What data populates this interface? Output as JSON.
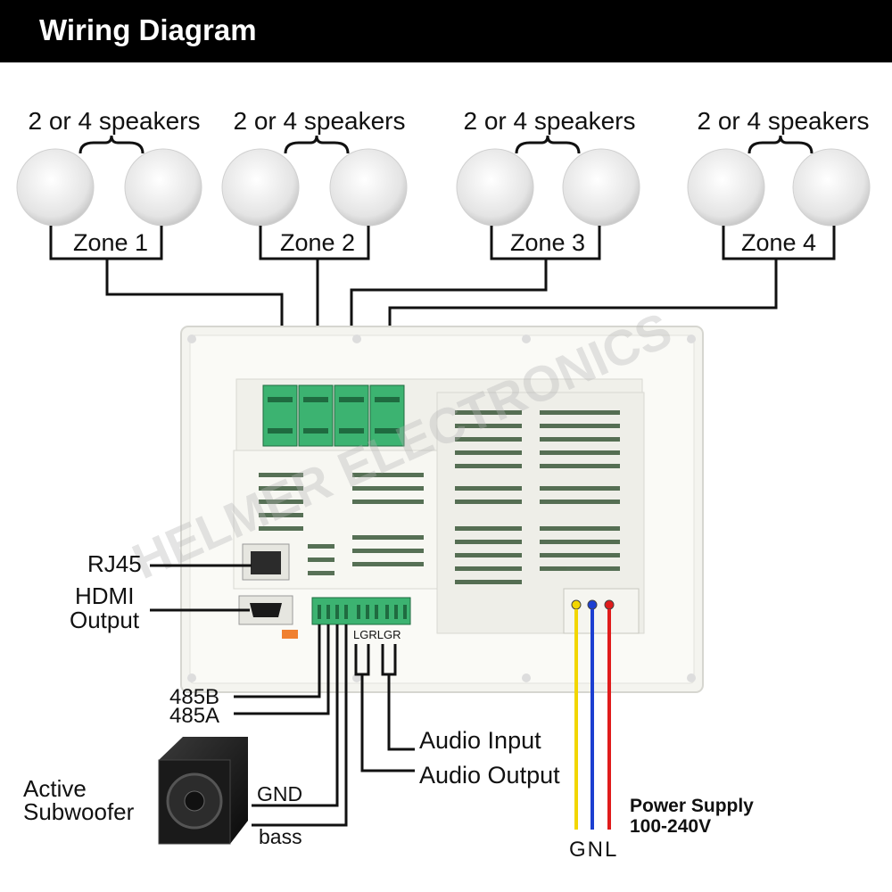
{
  "header": {
    "title": "Wiring Diagram"
  },
  "zones": [
    {
      "caption": "2 or 4 speakers",
      "label": "Zone 1"
    },
    {
      "caption": "2 or 4 speakers",
      "label": "Zone 2"
    },
    {
      "caption": "2 or 4 speakers",
      "label": "Zone 3"
    },
    {
      "caption": "2 or 4 speakers",
      "label": "Zone 4"
    }
  ],
  "ports": {
    "rj45": "RJ45",
    "hdmi_line1": "HDMI",
    "hdmi_line2": "Output",
    "rs485b": "485B",
    "rs485a": "485A",
    "audio_pins": "LGRLGR",
    "audio_input": "Audio Input",
    "audio_output": "Audio Output"
  },
  "subwoofer": {
    "label_line1": "Active",
    "label_line2": "Subwoofer",
    "gnd": "GND",
    "bass": "bass"
  },
  "power": {
    "title_line1": "Power Supply",
    "title_line2": "100-240V",
    "pins": "GNL"
  },
  "watermark": "HELMER ELECTRONICS",
  "colors": {
    "wire_ground": "#f2d600",
    "wire_neutral": "#1c3fd1",
    "wire_live": "#e01b1b"
  }
}
